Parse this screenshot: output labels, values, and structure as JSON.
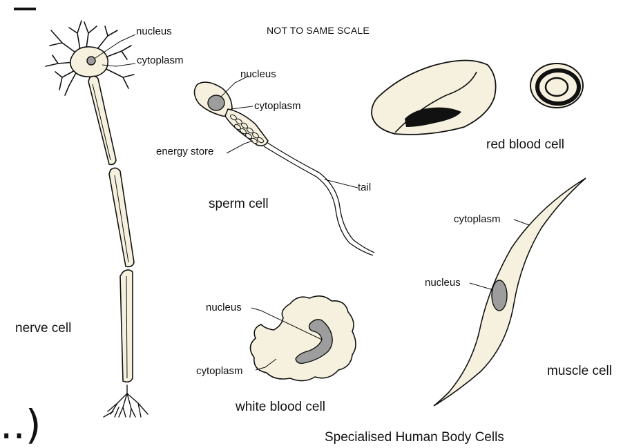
{
  "header": {
    "scale_note": "NOT TO SAME SCALE"
  },
  "footer": {
    "caption": "Specialised Human Body Cells",
    "partial_text": "..)"
  },
  "colors": {
    "cell_fill": "#f6f1de",
    "organelle_fill": "#9d9d9d",
    "outline": "#111111"
  },
  "cells": {
    "nerve": {
      "name": "nerve cell",
      "labels": {
        "nucleus": "nucleus",
        "cytoplasm": "cytoplasm"
      }
    },
    "sperm": {
      "name": "sperm cell",
      "labels": {
        "nucleus": "nucleus",
        "cytoplasm": "cytoplasm",
        "energy_store": "energy store",
        "tail": "tail"
      }
    },
    "red_blood": {
      "name": "red blood cell"
    },
    "muscle": {
      "name": "muscle cell",
      "labels": {
        "cytoplasm": "cytoplasm",
        "nucleus": "nucleus"
      }
    },
    "white_blood": {
      "name": "white blood cell",
      "labels": {
        "nucleus": "nucleus",
        "cytoplasm": "cytoplasm"
      }
    }
  }
}
